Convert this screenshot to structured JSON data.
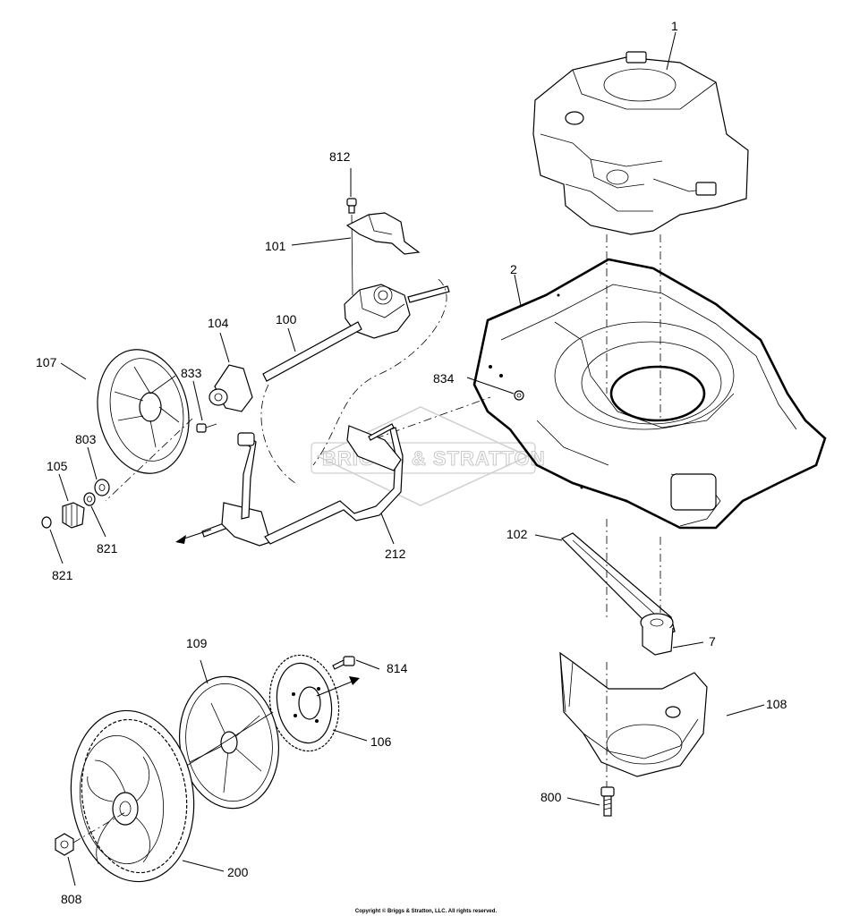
{
  "diagram": {
    "callouts": {
      "c1": "1",
      "c2": "2",
      "c7": "7",
      "c100": "100",
      "c101": "101",
      "c102": "102",
      "c104": "104",
      "c105": "105",
      "c106": "106",
      "c107": "107",
      "c108": "108",
      "c109": "109",
      "c200": "200",
      "c212": "212",
      "c800": "800",
      "c803": "803",
      "c808": "808",
      "c812": "812",
      "c814": "814",
      "c821a": "821",
      "c821b": "821",
      "c833": "833",
      "c834": "834"
    },
    "watermark": "BRIGGS & STRATTON",
    "copyright": "Copyright © Briggs & Stratton, LLC. All rights reserved."
  }
}
